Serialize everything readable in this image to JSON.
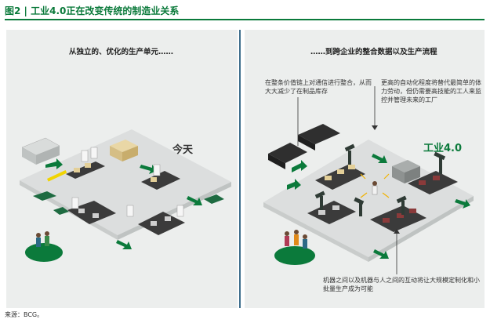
{
  "header": {
    "figure_title": "图2 | 工业4.0正在改变传统的制造业关系"
  },
  "left_panel": {
    "heading": "从独立的、优化的生产单元……",
    "label_today": "今天"
  },
  "right_panel": {
    "heading": "……到跨企业的整合数据以及生产流程",
    "label_industry": "工业4.0",
    "note_value_chain": "在整条价值链上对通信进行整合，从而大大减少了在制品库存",
    "note_automation": "更高的自动化程度将替代最简单的体力劳动，但仍需要高技能的工人来监控并管理未来的工厂",
    "note_interaction": "机器之间以及机器与人之间的互动将让大规模定制化和小批量生产成为可能"
  },
  "footer": {
    "source": "来源：BCG。"
  },
  "colors": {
    "brand_green": "#0b7a3b",
    "panel_bg": "#eceeed",
    "floor": "#dcdede",
    "conveyor": "#3b3b3b",
    "robot": "#2f3b35",
    "label_yellow": "#f1d400",
    "separator": "#3e6e8c"
  }
}
